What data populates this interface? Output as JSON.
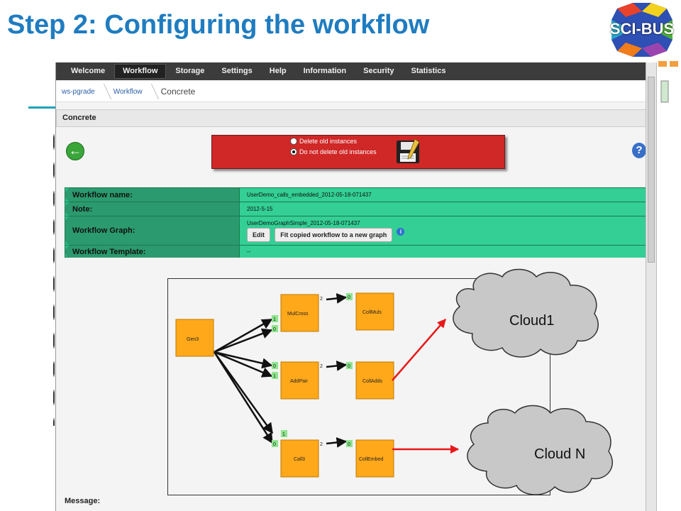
{
  "slide": {
    "title": "Step 2: Configuring the workflow",
    "logo_text": "SCI-BUS"
  },
  "navbar": {
    "items": [
      {
        "label": "Welcome",
        "active": false
      },
      {
        "label": "Workflow",
        "active": true
      },
      {
        "label": "Storage",
        "active": false
      },
      {
        "label": "Settings",
        "active": false
      },
      {
        "label": "Help",
        "active": false
      },
      {
        "label": "Information",
        "active": false
      },
      {
        "label": "Security",
        "active": false
      },
      {
        "label": "Statistics",
        "active": false
      }
    ]
  },
  "breadcrumb": {
    "items": [
      "ws-pgrade",
      "Workflow"
    ],
    "current": "Concrete"
  },
  "panel": {
    "title": "Concrete"
  },
  "options": {
    "delete_old": "Delete old instances",
    "keep_old": "Do not delete old instances",
    "selected": "keep_old"
  },
  "table": {
    "workflow_name_label": "Workflow name:",
    "workflow_name_value": "UserDemo_calls_embedded_2012-05-18-071437",
    "note_label": "Note:",
    "note_value": "2012-5-15",
    "graph_label": "Workflow Graph:",
    "graph_value": "UserDemoGraphSimple_2012-05-18-071437",
    "edit_button": "Edit",
    "fit_button": "Fit copied workflow to a new graph",
    "template_label": "Workflow Template:",
    "template_value": "--"
  },
  "graph": {
    "nodes": {
      "gen3": "Gen3",
      "mulcross": "MulCross",
      "collmuls": "CollMuls",
      "addpair": "AddPair",
      "colladds": "CollAdds",
      "call3": "Call3",
      "collembed": "CollEmbed"
    },
    "ports": {
      "zero": "0",
      "one": "1",
      "two": "2"
    },
    "clouds": {
      "cloud1": "Cloud1",
      "cloudn": "Cloud N"
    }
  },
  "message_label": "Message:",
  "colors": {
    "title_blue": "#1f7cc0",
    "node_orange": "#ffa81a",
    "port_green": "#8ee58e",
    "options_red": "#d02727",
    "table_green": "#33cf95",
    "arrow_red": "#e81818"
  }
}
